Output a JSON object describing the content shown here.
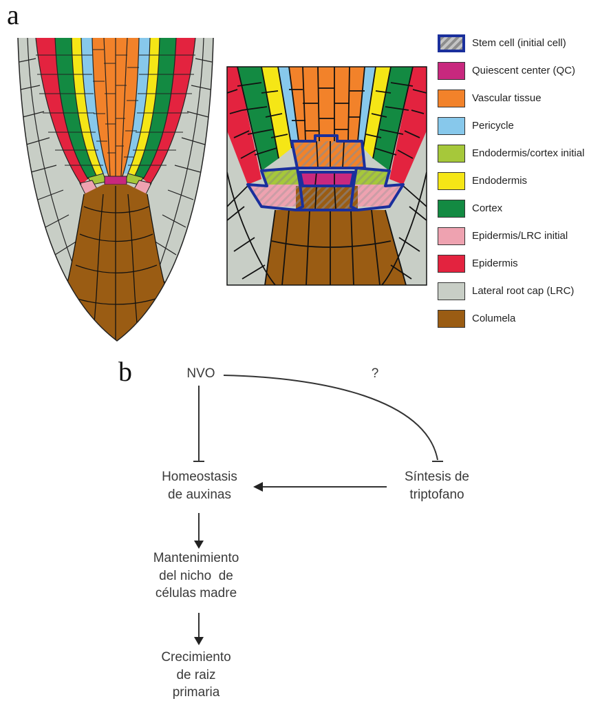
{
  "panel_a": {
    "letter": "a",
    "legend": [
      {
        "label": "Stem cell (initial cell)",
        "color": "#9a9a9a",
        "pattern": "hatched",
        "border": "#1a2f9c"
      },
      {
        "label": "Quiescent center (QC)",
        "color": "#c8287e"
      },
      {
        "label": "Vascular tissue",
        "color": "#f2822a"
      },
      {
        "label": "Pericycle",
        "color": "#87c8eb"
      },
      {
        "label": "Endodermis/cortex initial",
        "color": "#a6c83a"
      },
      {
        "label": "Endodermis",
        "color": "#f5e616"
      },
      {
        "label": "Cortex",
        "color": "#138a42"
      },
      {
        "label": "Epidermis/LRC initial",
        "color": "#eea2b0"
      },
      {
        "label": "Epidermis",
        "color": "#e3233f"
      },
      {
        "label": "Lateral root cap (LRC)",
        "color": "#c8cec6"
      },
      {
        "label": "Columela",
        "color": "#9a5c13"
      }
    ]
  },
  "panel_b": {
    "letter": "b",
    "nodes": {
      "nvo": "NVO",
      "question": "?",
      "auxin_lines": [
        "Homeostasis",
        "de auxinas"
      ],
      "tryptophan_lines": [
        "Síntesis de",
        "triptofano"
      ],
      "niche_lines": [
        "Mantenimiento",
        "del nicho  de",
        "células madre"
      ],
      "growth_lines": [
        "Crecimiento",
        "de raiz",
        "primaria"
      ]
    }
  }
}
